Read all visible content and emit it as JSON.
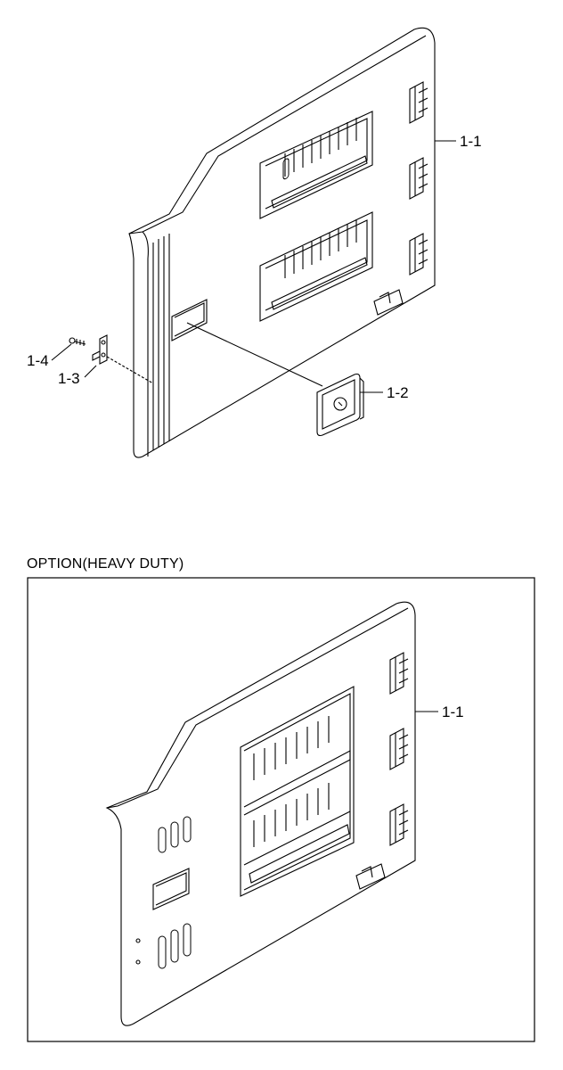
{
  "diagram": {
    "top_labels": {
      "door": "1-1",
      "handle": "1-2",
      "bracket": "1-3",
      "screw": "1-4"
    },
    "option": {
      "title": "OPTION(HEAVY DUTY)",
      "door_label": "1-1"
    }
  }
}
